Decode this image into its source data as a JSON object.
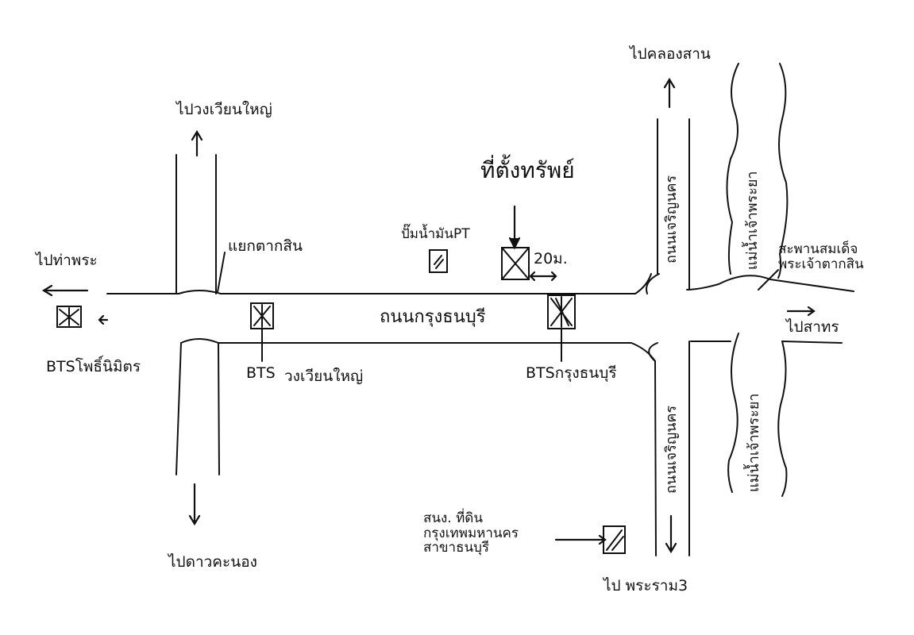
{
  "map": {
    "ink_color": "#111111",
    "background": "#ffffff",
    "labels": {
      "to_khlong_san": "ไปคลองสาน",
      "to_wongwian_yai": "ไปวงเวียนใหญ่",
      "property_location": "ที่ตั้งทรัพย์",
      "pt_gas_station": "ปั๊มน้ำมันPT",
      "distance": "20ม.",
      "to_tha_phra": "ไปท่าพระ",
      "taksin_intersection": "แยกตากสิน",
      "main_road": "ถนนกรุงธนบุรี",
      "to_sathorn": "ไปสาทร",
      "taksin_bridge": "สะพานสมเด็จ\nพระเจ้าตากสิน",
      "river_top": "แม่น้ำเจ้าพระยา",
      "river_bottom": "แม่น้ำเจ้าพระยา",
      "charoen_nakhon_top": "ถนนเจริญนคร",
      "charoen_nakhon_bottom": "ถนนเจริญนคร",
      "bts_pho_nimit": "BTSโพธิ์นิมิตร",
      "bts_wongwian_yai_prefix": "BTS",
      "bts_wongwian_yai": "วงเวียนใหญ่",
      "bts_krung_thonburi": "BTSกรุงธนบุรี",
      "to_dao_khanong": "ไปดาวคะนอง",
      "land_office": "สนง. ที่ดิน\nกรุงเทพมหานคร\nสาขาธนบุรี",
      "to_rama3": "ไป พระราม3"
    },
    "icons": [
      "bts-station-icon",
      "property-marker-icon",
      "gas-station-icon",
      "land-office-icon",
      "direction-arrow-icon"
    ]
  }
}
